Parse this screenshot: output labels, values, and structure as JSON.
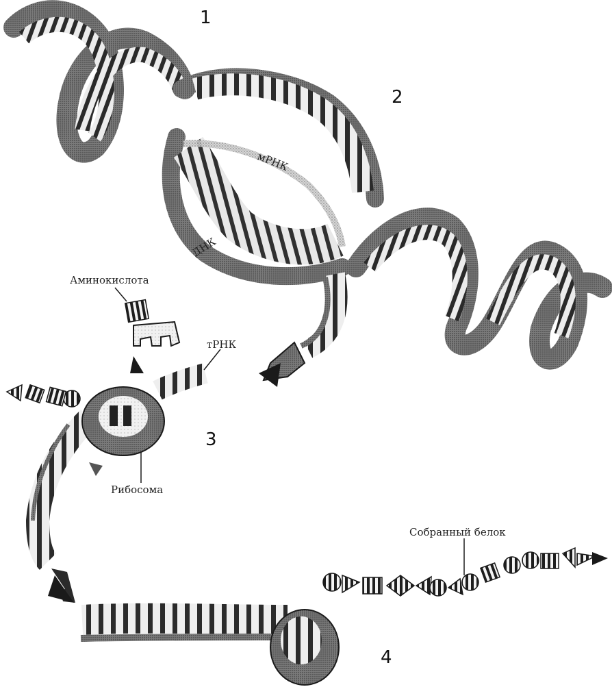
{
  "step_numbers": {
    "n1": "1",
    "n2": "2",
    "n3": "3",
    "n4": "4"
  },
  "labels": {
    "mrna": "мРНК",
    "dna": "ДНК",
    "amino_acid": "Аминокислота",
    "trna": "тРНК",
    "ribosome": "Рибосома",
    "protein": "Собранный белок"
  },
  "colors": {
    "ink": "#1a1a1a",
    "stipple": "#8c8c8c"
  }
}
